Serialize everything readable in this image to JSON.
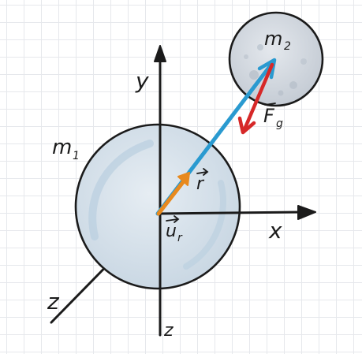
{
  "labels": {
    "mass_1": "m",
    "mass_1_sub": "1",
    "mass_2": "m",
    "mass_2_sub": "2",
    "axis_x": "x",
    "axis_y": "y",
    "axis_z": "z",
    "axis_z_lower": "z",
    "vector_r": "r",
    "vector_ur": "u",
    "vector_ur_sub": "r",
    "force": "F",
    "force_sub": "g"
  },
  "colors": {
    "sphere_large_fill": "#d8e2ea",
    "sphere_small_fill": "#d3d9e0",
    "outline": "#1b1b1b",
    "vector_r_blue": "#2a9ad0",
    "unit_vector_orange": "#e8891d",
    "force_red": "#d62828",
    "grid": "#e6e8ec"
  }
}
